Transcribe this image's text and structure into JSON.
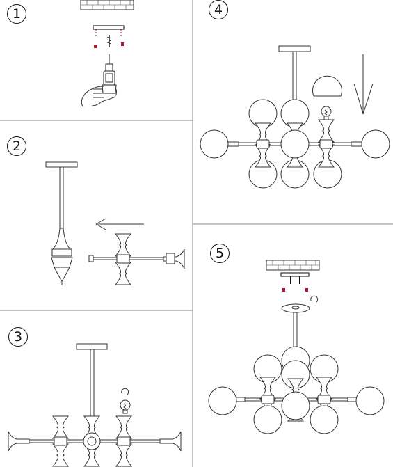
{
  "steps": [
    {
      "number": "1"
    },
    {
      "number": "2"
    },
    {
      "number": "3"
    },
    {
      "number": "4"
    },
    {
      "number": "5"
    }
  ],
  "colors": {
    "line": "#222222",
    "screw_red": "#b3122c",
    "panel_border": "#888888",
    "background": "#ffffff"
  },
  "icons": [
    "brick-ceiling-icon",
    "mounting-bracket-icon",
    "screw-icon",
    "power-drill-icon",
    "hand-icon",
    "rotation-arrow-icon",
    "bulb-icon",
    "globe-shade-icon",
    "left-arrow-icon",
    "down-arrow-icon"
  ]
}
